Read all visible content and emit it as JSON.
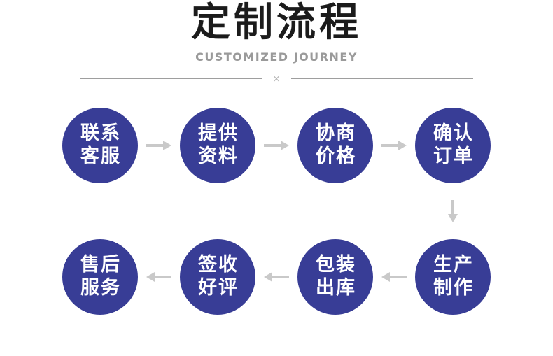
{
  "header": {
    "title": "定制流程",
    "subtitle": "CUSTOMIZED JOURNEY",
    "divider_mark": "×"
  },
  "colors": {
    "circle_fill": "#383d96",
    "circle_text": "#ffffff",
    "arrow": "#c9c9c9",
    "title_text": "#1b1b1b",
    "subtitle_text": "#9a9a9a",
    "divider_line": "#9e9e9e",
    "background": "#ffffff"
  },
  "flow": {
    "direction_row1": "left-to-right",
    "direction_row2": "right-to-left",
    "row1": [
      {
        "line1": "联系",
        "line2": "客服"
      },
      {
        "line1": "提供",
        "line2": "资料"
      },
      {
        "line1": "协商",
        "line2": "价格"
      },
      {
        "line1": "确认",
        "line2": "订单"
      }
    ],
    "row2": [
      {
        "line1": "售后",
        "line2": "服务"
      },
      {
        "line1": "签收",
        "line2": "好评"
      },
      {
        "line1": "包装",
        "line2": "出库"
      },
      {
        "line1": "生产",
        "line2": "制作"
      }
    ]
  }
}
